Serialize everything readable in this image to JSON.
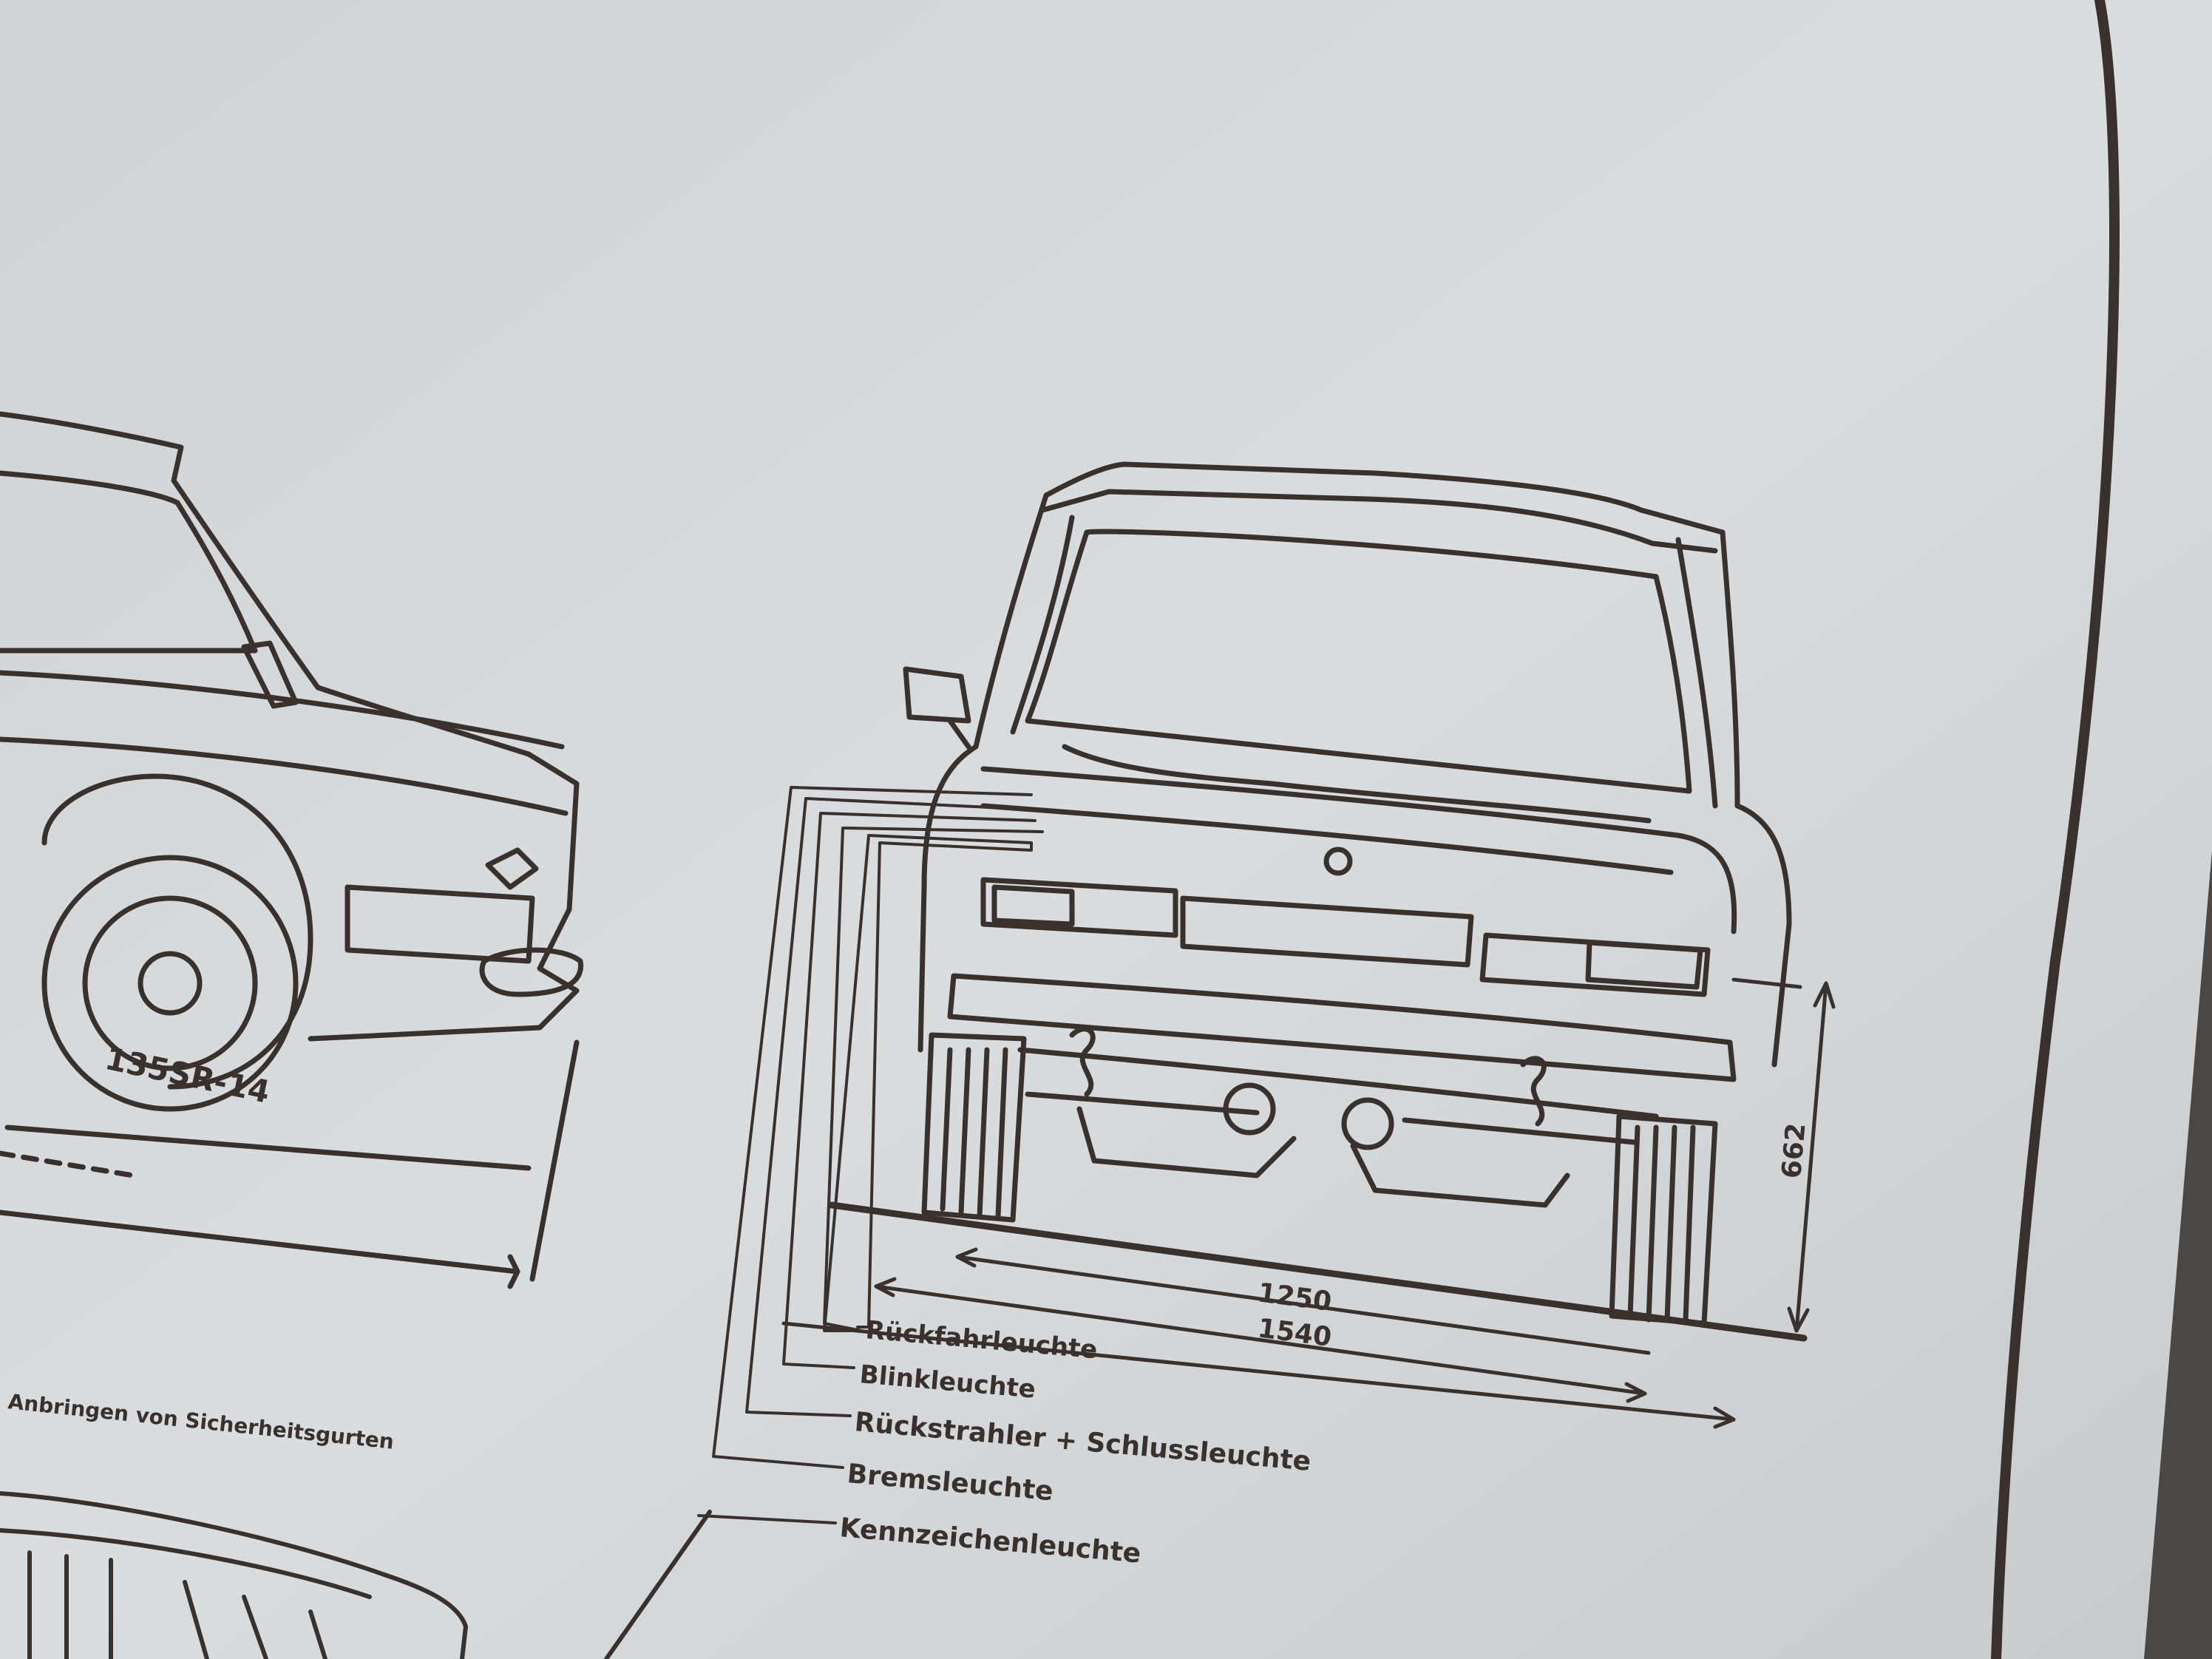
{
  "drawing": {
    "tire_marking": "135SR-14",
    "note": "Anbringen von Sicherheitsgurten",
    "dimensions": {
      "track_width": "1250",
      "overall_width": "1540",
      "light_height": "662"
    },
    "callouts": [
      "Rückfahrleuchte",
      "Blinkleuchte",
      "Rückstrahler + Schlussleuchte",
      "Bremsleuchte",
      "Kennzeichenleuchte"
    ]
  },
  "colors": {
    "paper": "#d4d8da",
    "ink": "#3a302c",
    "backdrop": "#4a4744"
  }
}
